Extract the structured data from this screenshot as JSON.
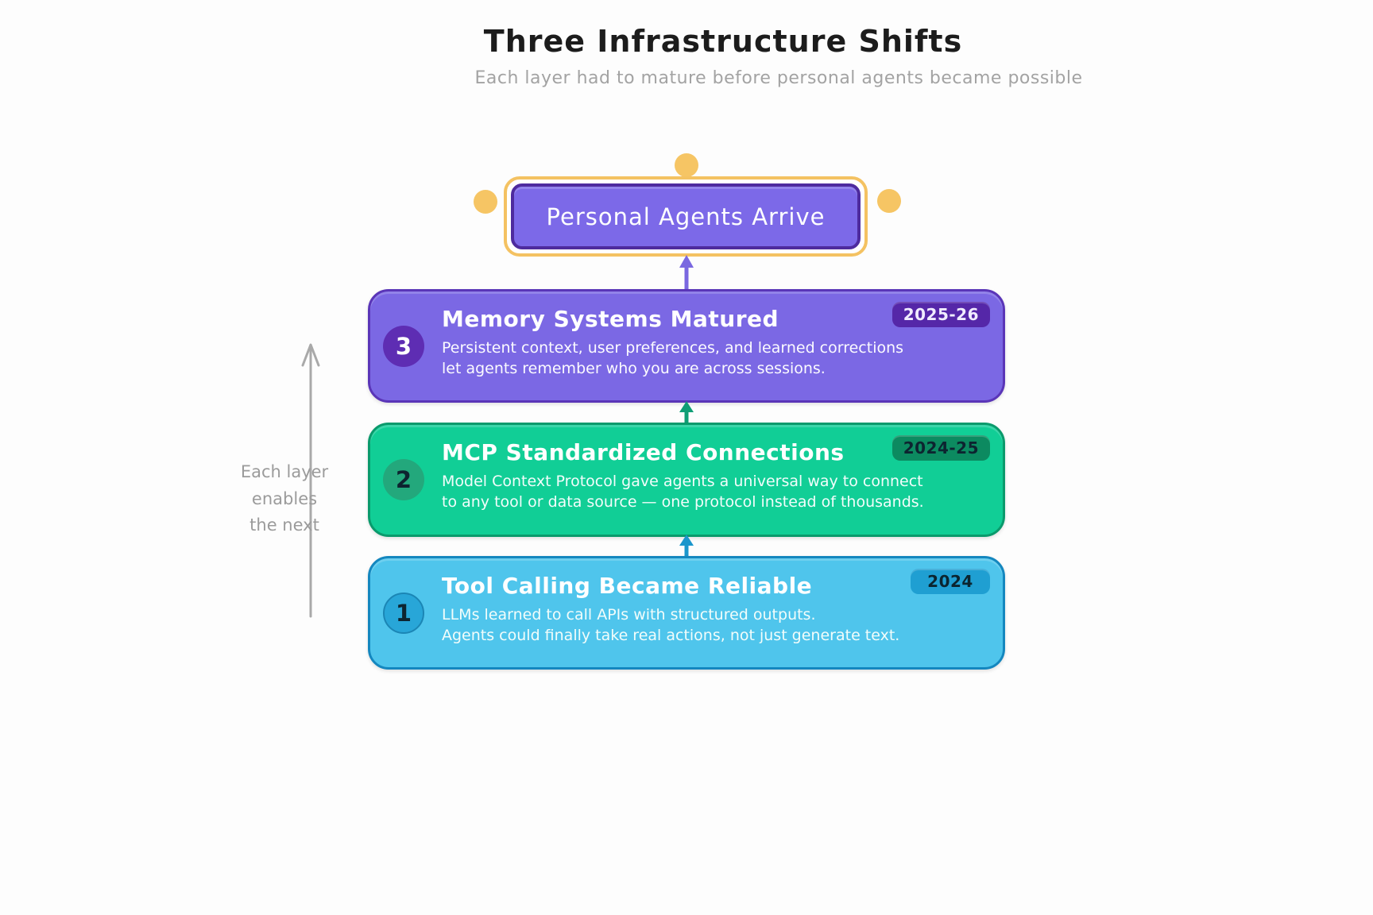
{
  "header": {
    "title": "Three Infrastructure Shifts",
    "subtitle": "Each layer had to mature before personal agents became possible"
  },
  "outcome": {
    "label": "Personal Agents Arrive"
  },
  "side_note": {
    "text": "Each layer\nenables\nthe next"
  },
  "layers": [
    {
      "number": "3",
      "title": "Memory Systems Matured",
      "badge": "2025-26",
      "description": "Persistent context, user preferences, and learned corrections\nlet agents remember who you are across sessions.",
      "fill_color": "#7b68e4",
      "border_color": "#5a35b8",
      "badge_color": "#5527a8"
    },
    {
      "number": "2",
      "title": "MCP Standardized Connections",
      "badge": "2024-25",
      "description": "Model Context Protocol gave agents a universal way to connect\nto any tool or data source — one protocol instead of thousands.",
      "fill_color": "#11ce96",
      "border_color": "#0a9a6c",
      "badge_color": "#0c8a60"
    },
    {
      "number": "1",
      "title": "Tool Calling Became Reliable",
      "badge": "2024",
      "description": "LLMs learned to call APIs with structured outputs.\nAgents could finally take real actions, not just generate text.",
      "fill_color": "#4fc5ec",
      "border_color": "#1487bf",
      "badge_color": "#1f9fd2"
    }
  ],
  "colors": {
    "outcome_fill": "#7c69e8",
    "outcome_border": "#4e2b9e",
    "accent_gold": "#f4c262",
    "arrow_purple": "#7a68e0",
    "arrow_teal": "#0f9e75",
    "arrow_blue": "#1b96cc",
    "side_arrow_gray": "#a9a9a9",
    "title_color": "#1c1c1c",
    "subtitle_color": "#a3a3a3"
  }
}
